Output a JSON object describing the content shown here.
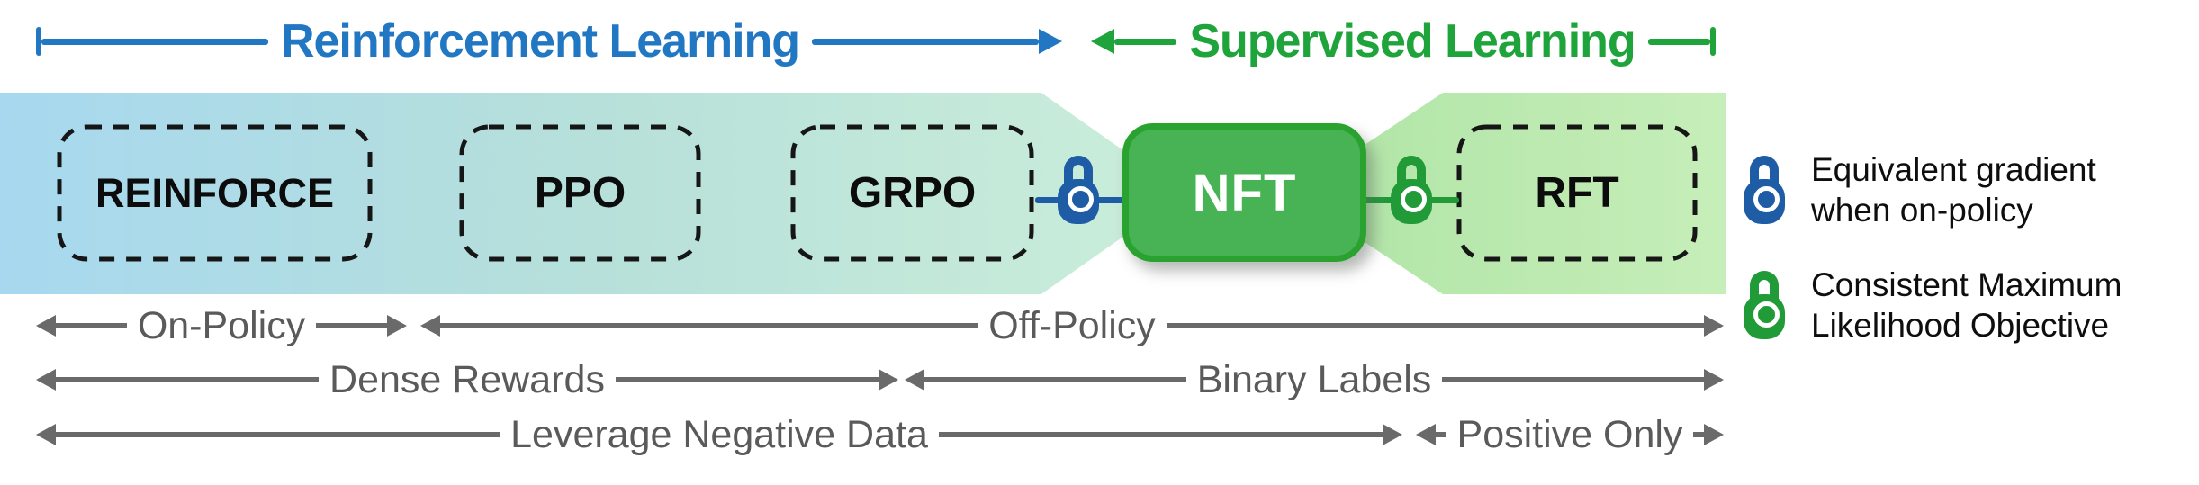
{
  "figure": {
    "header": {
      "rl_label": "Reinforcement Learning",
      "rl_color": "#2277c3",
      "sl_label": "Supervised Learning",
      "sl_color": "#1fa43b"
    },
    "band": {
      "left_gradient": "linear-gradient(90deg, #a7d8ef 0%, #b7e0da 50%, #cbeeda 100%)",
      "right_gradient": "linear-gradient(90deg, #afe4a5 0%, #c6eeb9 100%)"
    },
    "methods": {
      "reinforce": "REINFORCE",
      "ppo": "PPO",
      "grpo": "GRPO",
      "nft": "NFT",
      "rft": "RFT"
    },
    "nft_fill": "#48b354",
    "nft_border": "#29a22f",
    "locks": {
      "blue": "#1e5ca6",
      "green": "#219a38"
    },
    "legend": {
      "item1": {
        "color": "#1e5ca6",
        "line1": "Equivalent gradient",
        "line2": "when on-policy"
      },
      "item2": {
        "color": "#219a38",
        "line1": "Consistent Maximum",
        "line2": "Likelihood Objective"
      }
    },
    "axes": {
      "row1a": "On-Policy",
      "row1b": "Off-Policy",
      "row2a": "Dense Rewards",
      "row2b": "Binary Labels",
      "row3a": "Leverage Negative Data",
      "row3b": "Positive Only"
    },
    "gray": {
      "line": "#6a6a6a",
      "text": "#5a5a5a"
    }
  }
}
